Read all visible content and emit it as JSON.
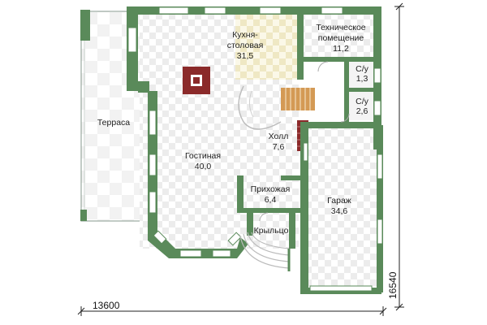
{
  "rooms": {
    "kitchen": {
      "name_line1": "Кухня-",
      "name_line2": "столовая",
      "area": "31,5"
    },
    "tech": {
      "name_line1": "Техническое",
      "name_line2": "помещение",
      "area": "11,2"
    },
    "wc1": {
      "name": "С/у",
      "area": "1,3"
    },
    "wc2": {
      "name": "С/у",
      "area": "2,6"
    },
    "terrace": {
      "name": "Терраса"
    },
    "living": {
      "name": "Гостиная",
      "area": "40,0"
    },
    "hall": {
      "name": "Холл",
      "area": "7,6"
    },
    "entry": {
      "name": "Прихожая",
      "area": "6,4"
    },
    "garage": {
      "name": "Гараж",
      "area": "34,6"
    },
    "porch": {
      "name": "Крыльцо"
    }
  },
  "dimensions": {
    "width": "13600",
    "depth": "16540"
  },
  "colors": {
    "wall": "#5a8a5a",
    "wall_dark": "#3f6f3f",
    "window": "#ffffff",
    "checker": "#e9e9e9",
    "kitchen_tile": "#f1eccb",
    "stair": "#d49a55",
    "brick": "#8b2a2a"
  }
}
